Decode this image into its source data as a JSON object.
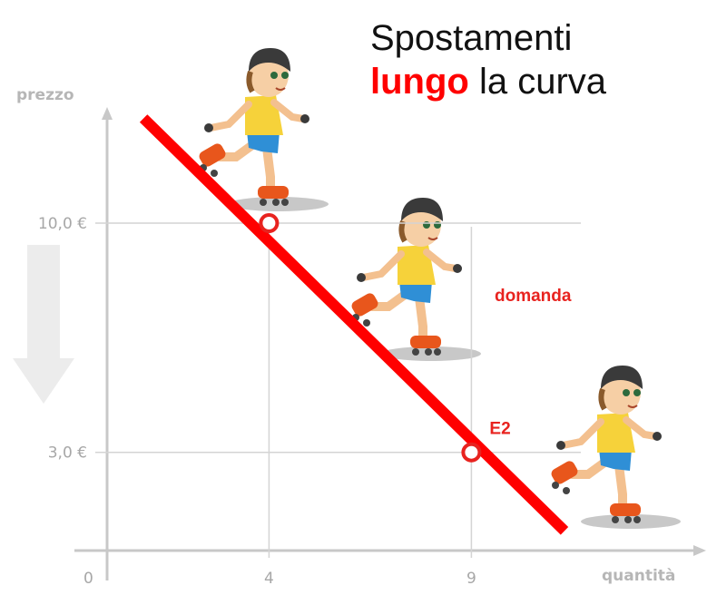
{
  "headline": {
    "line1": "Spostamenti",
    "highlight": "lungo",
    "rest": " la curva"
  },
  "colors": {
    "curve": "#ff0000",
    "axis": "#c8c8c8",
    "point": "#e8231f"
  },
  "chart_data": {
    "type": "line",
    "title": "",
    "xlabel": "quantità",
    "ylabel": "prezzo",
    "origin_label": "0",
    "x_ticks": [
      {
        "value": 4,
        "label": "4"
      },
      {
        "value": 9,
        "label": "9"
      }
    ],
    "y_ticks": [
      {
        "value": 10,
        "label": "10,0 €"
      },
      {
        "value": 3,
        "label": "3,0 €"
      }
    ],
    "series": [
      {
        "name": "domanda",
        "points": [
          {
            "x": 0.9,
            "y": 13.2
          },
          {
            "x": 11.3,
            "y": 0.6
          }
        ]
      }
    ],
    "points": [
      {
        "x": 4,
        "y": 10,
        "label": ""
      },
      {
        "x": 9,
        "y": 3,
        "label": "E2"
      }
    ],
    "arrow": "down",
    "grid": false
  },
  "icons": {
    "skater": "girl-rollerskater-icon",
    "price_arrow": "down-arrow-icon"
  }
}
